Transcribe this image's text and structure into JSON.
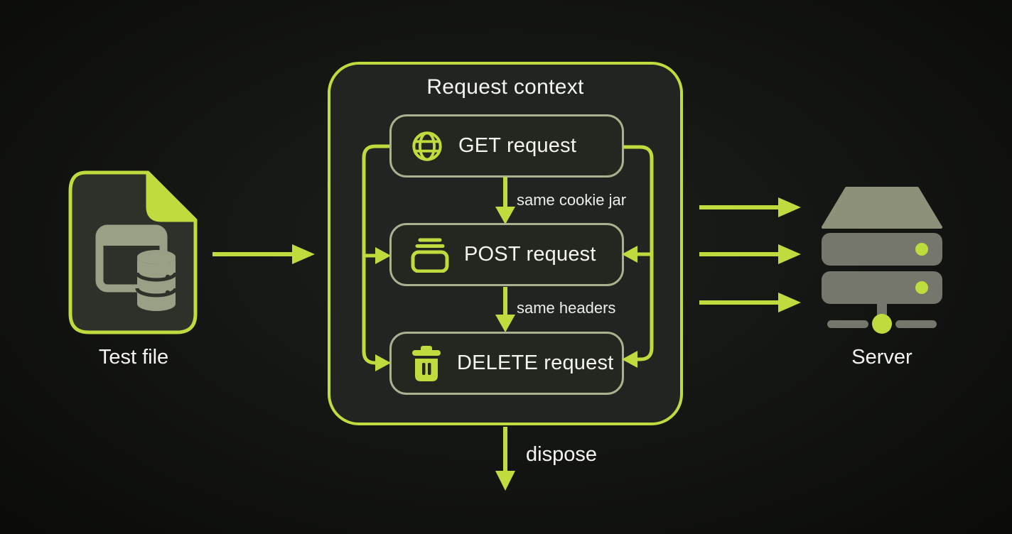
{
  "colors": {
    "accent_lime": "#bedc3e",
    "node_border": "#a9b190",
    "context_fill": "#212420",
    "node_fill": "#24271f",
    "icon_sage": "#99a086",
    "server_gray": "#75766c",
    "server_top": "#8e9179",
    "text": "#f5f6f2",
    "background": "#0c0d0a"
  },
  "test_file": {
    "label": "Test file",
    "icon": "file-database-icon"
  },
  "request_context": {
    "title": "Request context",
    "nodes": [
      {
        "label": "GET request",
        "icon": "globe-icon"
      },
      {
        "label": "POST request",
        "icon": "cards-icon"
      },
      {
        "label": "DELETE request",
        "icon": "trash-icon"
      }
    ],
    "edge_labels": {
      "get_to_post": "same cookie jar",
      "post_to_delete": "same headers"
    },
    "dispose_label": "dispose"
  },
  "server": {
    "label": "Server",
    "icon": "server-rack-icon"
  }
}
